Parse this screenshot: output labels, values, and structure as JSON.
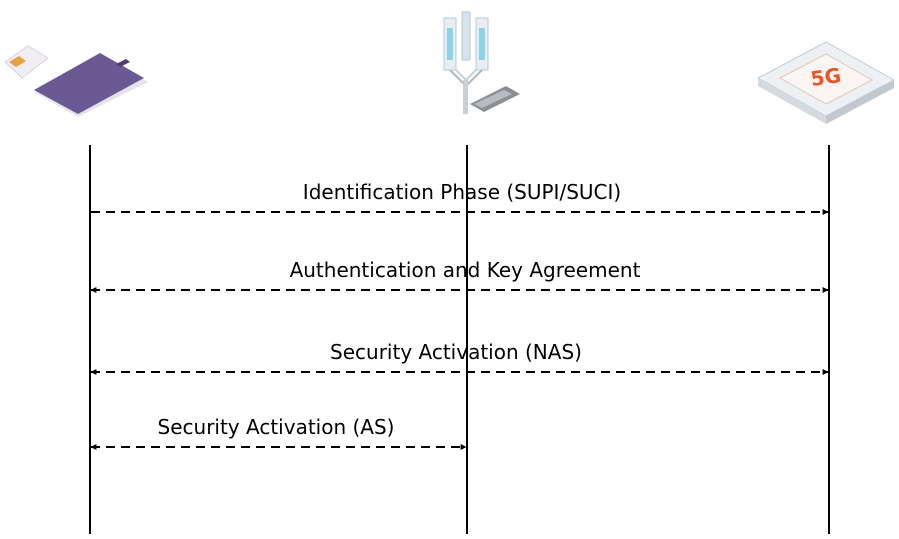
{
  "lifelines": [
    {
      "name": "ue",
      "icon": "smartphone-with-sim-icon"
    },
    {
      "name": "gnb",
      "icon": "antenna-tower-icon"
    },
    {
      "name": "core",
      "icon": "5g-chip-icon"
    }
  ],
  "chip_label": "5G",
  "messages": [
    {
      "label": "Identification Phase (SUPI/SUCI)",
      "from": "ue",
      "to": "core",
      "arrows": "end"
    },
    {
      "label": "Authentication and Key Agreement",
      "from": "ue",
      "to": "core",
      "arrows": "both"
    },
    {
      "label": "Security Activation (NAS)",
      "from": "ue",
      "to": "core",
      "arrows": "both"
    },
    {
      "label": "Security Activation (AS)",
      "from": "ue",
      "to": "gnb",
      "arrows": "both"
    }
  ],
  "colors": {
    "line": "#000000",
    "phone_screen": "#6a5a93",
    "phone_body": "#e8e2ee",
    "sim_card": "#f0eef2",
    "sim_chip": "#e8a340",
    "chip_accent": "#e8552a",
    "antenna_accent": "#8fd3e6"
  }
}
